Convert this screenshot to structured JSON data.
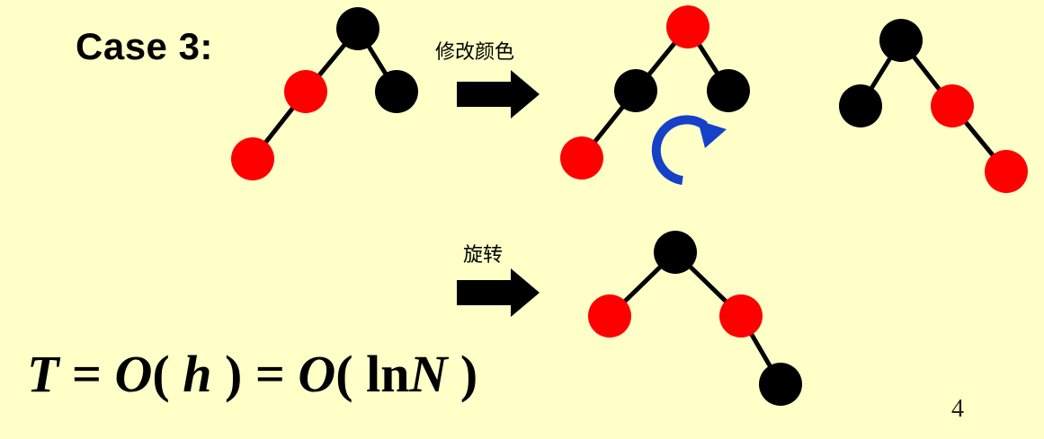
{
  "title": "Case 3:",
  "operations": {
    "recolor": "修改颜色",
    "rotate": "旋转"
  },
  "formula": {
    "T": "T",
    "eq1": " = ",
    "O1": "O",
    "open1": "( ",
    "h": "h",
    "close1": " )",
    "eq2": " = ",
    "O2": "O",
    "open2": "( ",
    "ln": "ln",
    "N": "N",
    "close2": " )"
  },
  "page_number": "4",
  "colors": {
    "background": "#ffffc8",
    "red_node": "#ff0000",
    "black_node": "#000000",
    "rotation_arrow": "#1540c8"
  }
}
